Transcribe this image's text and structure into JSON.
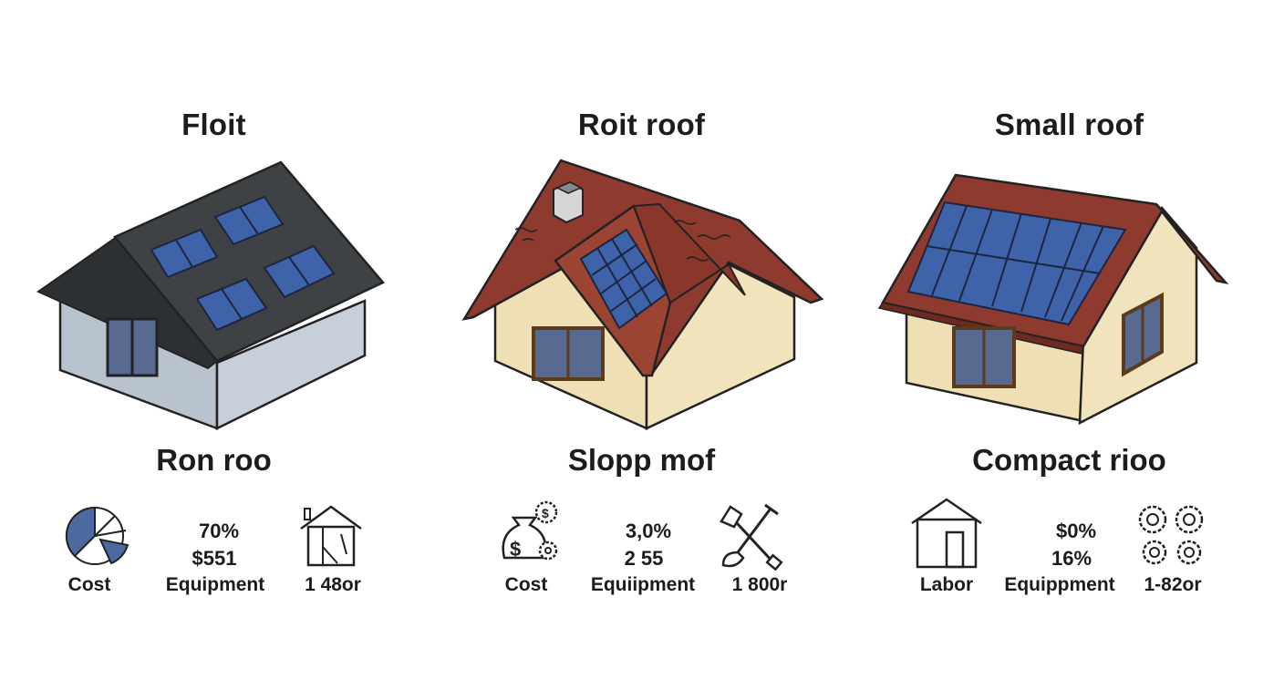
{
  "panels": [
    {
      "title": "Floit",
      "subtitle": "Ron roo",
      "icons": [
        "pie-chart-icon",
        "house-outline-icon"
      ],
      "stats": {
        "line1": "70%",
        "line2": "$551"
      },
      "labels": [
        "Cost",
        "Equipment",
        "1 48or"
      ]
    },
    {
      "title": "Roit roof",
      "subtitle": "Slopp mof",
      "icons": [
        "money-bag-gears-icon",
        "tools-icon"
      ],
      "stats": {
        "line1": "3,0%",
        "line2": "2 55"
      },
      "labels": [
        "Cost",
        "Equiipment",
        "1 800r"
      ]
    },
    {
      "title": "Small roof",
      "subtitle": "Compact rioo",
      "icons": [
        "house-outline-icon",
        "gears-icon"
      ],
      "stats": {
        "line1": "$0%",
        "line2": "16%"
      },
      "labels": [
        "Labor",
        "Equippment",
        "1-82or"
      ]
    }
  ],
  "colors": {
    "roof_dark": "#3f4244",
    "roof_red": "#8f3a2e",
    "wall_gray": "#b9c3cf",
    "wall_cream": "#eedfb4",
    "panel_blue": "#3f63a8",
    "icon_blue": "#4d6aa0"
  }
}
